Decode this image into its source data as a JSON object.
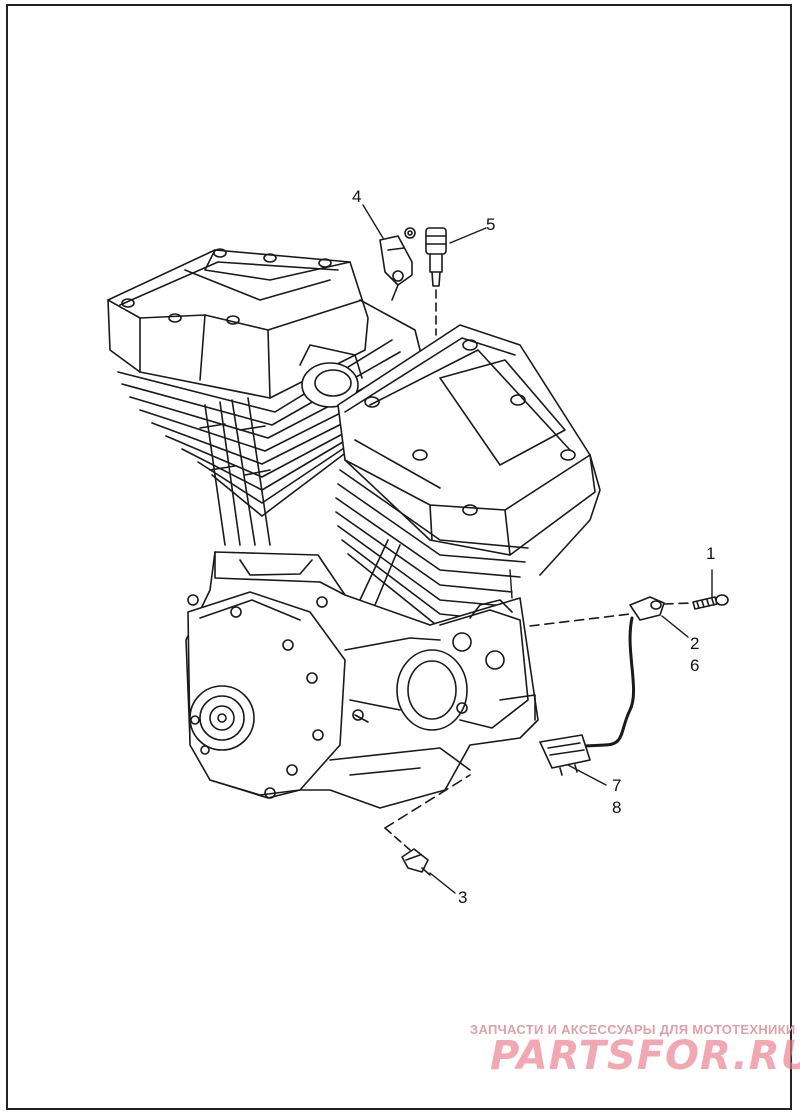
{
  "callouts": {
    "c1": "1",
    "c2": "2",
    "c6": "6",
    "c3": "3",
    "c4": "4",
    "c5": "5",
    "c7": "7",
    "c8": "8"
  },
  "watermark": {
    "tagline": "ЗАПЧАСТИ И АКСЕССУАРЫ ДЛЯ МОТОТЕХНИКИ",
    "logo": "PARTSFOR.RU"
  }
}
